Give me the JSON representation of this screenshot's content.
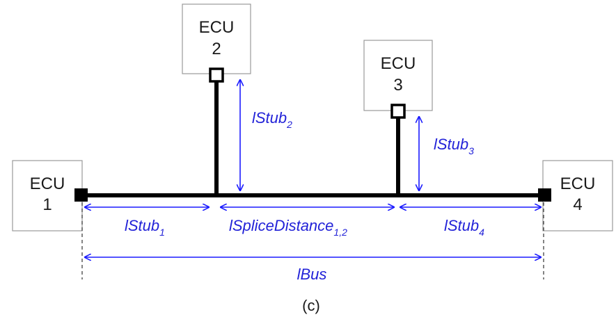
{
  "ecus": [
    {
      "id": "ecu1",
      "line1": "ECU",
      "line2": "1"
    },
    {
      "id": "ecu2",
      "line1": "ECU",
      "line2": "2"
    },
    {
      "id": "ecu3",
      "line1": "ECU",
      "line2": "3"
    },
    {
      "id": "ecu4",
      "line1": "ECU",
      "line2": "4"
    }
  ],
  "labels": {
    "stub1": {
      "main": "lStub",
      "sub": "1"
    },
    "stub2": {
      "main": "lStub",
      "sub": "2"
    },
    "stub3": {
      "main": "lStub",
      "sub": "3"
    },
    "stub4": {
      "main": "lStub",
      "sub": "4"
    },
    "splice": {
      "main": "lSpliceDistance",
      "sub": "1,2"
    },
    "bus": {
      "main": "lBus"
    }
  },
  "caption": "(c)",
  "colors": {
    "dimension": "#1a1aff",
    "dimension_text": "#2222d8",
    "bus": "#000000",
    "box_border": "#9a9a9a"
  }
}
